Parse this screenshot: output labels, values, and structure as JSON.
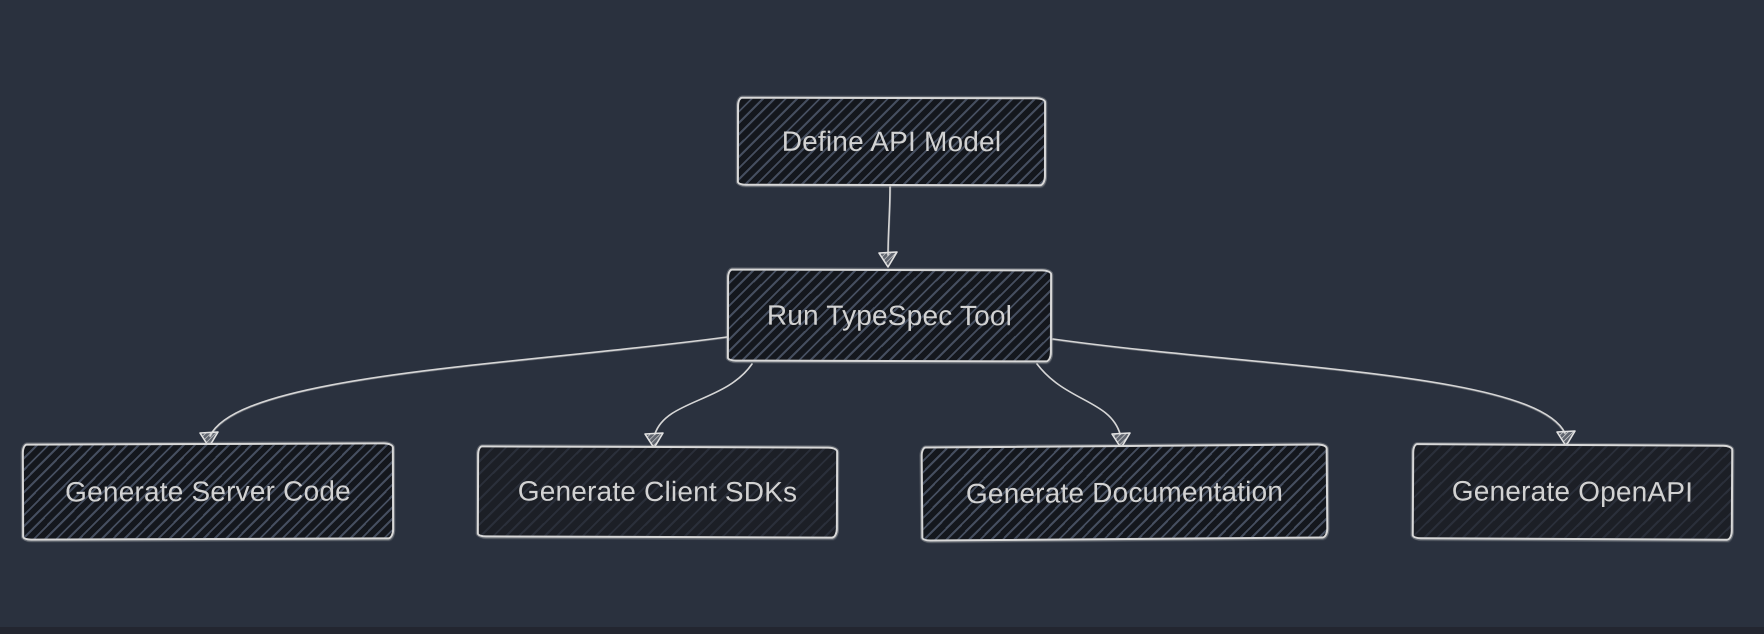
{
  "diagram": {
    "type": "flowchart",
    "direction": "top-down",
    "style": "hand-drawn",
    "nodes": [
      {
        "id": "define-api-model",
        "label": "Define API Model"
      },
      {
        "id": "run-typespec-tool",
        "label": "Run TypeSpec Tool"
      },
      {
        "id": "generate-server-code",
        "label": "Generate Server Code"
      },
      {
        "id": "generate-client-sdks",
        "label": "Generate Client SDKs"
      },
      {
        "id": "generate-documentation",
        "label": "Generate Documentation"
      },
      {
        "id": "generate-openapi",
        "label": "Generate OpenAPI"
      }
    ],
    "edges": [
      {
        "from": "define-api-model",
        "to": "run-typespec-tool"
      },
      {
        "from": "run-typespec-tool",
        "to": "generate-server-code"
      },
      {
        "from": "run-typespec-tool",
        "to": "generate-client-sdks"
      },
      {
        "from": "run-typespec-tool",
        "to": "generate-documentation"
      },
      {
        "from": "run-typespec-tool",
        "to": "generate-openapi"
      }
    ],
    "colors": {
      "background": "#2a313e",
      "node_fill": "#14171d",
      "node_hatch": "#76849f",
      "node_border": "#d8d8d8",
      "text": "#d2d2d2",
      "edge_stroke": "#d6d6d6",
      "bottom_edge_strip": "#232630"
    }
  }
}
